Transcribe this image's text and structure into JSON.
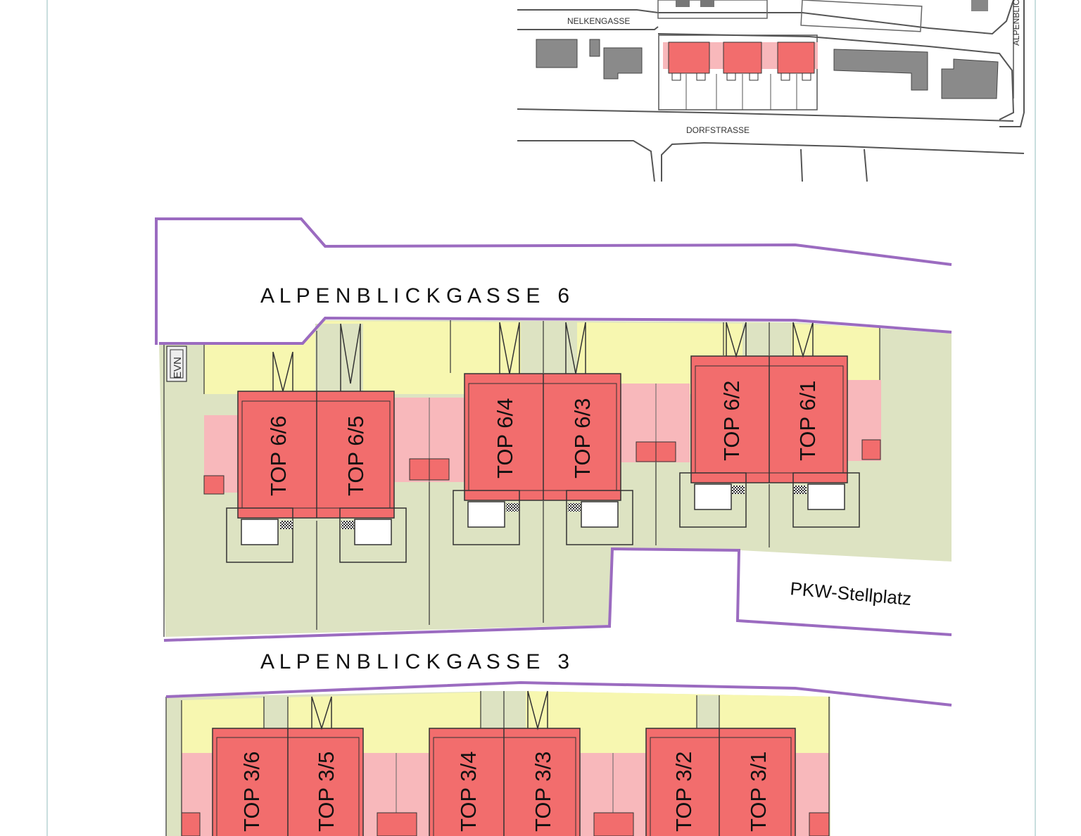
{
  "overview": {
    "street_nelkengasse": "NELKENGASSE",
    "street_dorfstrasse": "DORFSTRASSE",
    "street_alpenblick_vertical": "ALPENBLICKGASSE"
  },
  "streets": {
    "alpenblickgasse_6": "A L P E N B L I C K G A S S E   6",
    "alpenblickgasse_3": "A L P E N B L I C K G A S S E   3"
  },
  "labels": {
    "parking": "PKW-Stellplatz",
    "evn": "EVN"
  },
  "units_row6": [
    "TOP 6/6",
    "TOP 6/5",
    "TOP 6/4",
    "TOP 6/3",
    "TOP 6/2",
    "TOP 6/1"
  ],
  "units_row3": [
    "TOP 3/6",
    "TOP 3/5",
    "TOP 3/4",
    "TOP 3/3",
    "TOP 3/2",
    "TOP 3/1"
  ],
  "colors": {
    "unit_red": "#f26d6d",
    "terrace_pink": "#f8b8bb",
    "yard_yellow": "#f7f7b0",
    "garden_green": "#dde3c2",
    "boundary_purple": "#9b6bc0",
    "building_grey": "#8a8a8a"
  }
}
